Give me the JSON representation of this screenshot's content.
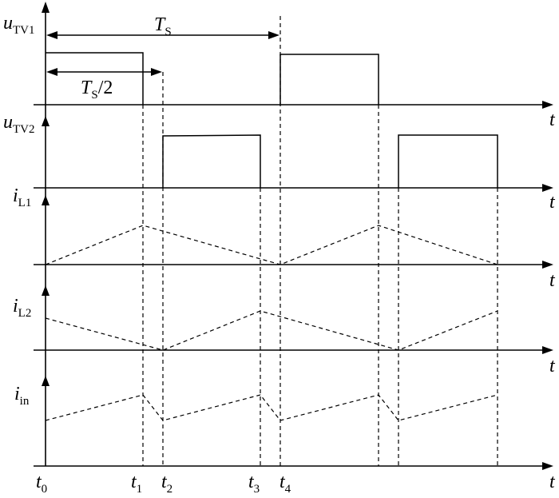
{
  "labels": {
    "u_tv1": {
      "main": "u",
      "sub": "TV1"
    },
    "u_tv2": {
      "main": "u",
      "sub": "TV2"
    },
    "i_l1": {
      "main": "i",
      "sub": "L1"
    },
    "i_l2": {
      "main": "i",
      "sub": "L2"
    },
    "i_in": {
      "main": "i",
      "sub": "in"
    },
    "t_axis": "t",
    "period": {
      "main": "T",
      "sub": "S"
    },
    "half_period": {
      "main": "T",
      "sub": "S",
      "tail": "/2"
    },
    "time_marks": [
      {
        "main": "t",
        "sub": "0"
      },
      {
        "main": "t",
        "sub": "1"
      },
      {
        "main": "t",
        "sub": "2"
      },
      {
        "main": "t",
        "sub": "3"
      },
      {
        "main": "t",
        "sub": "4"
      }
    ]
  }
}
